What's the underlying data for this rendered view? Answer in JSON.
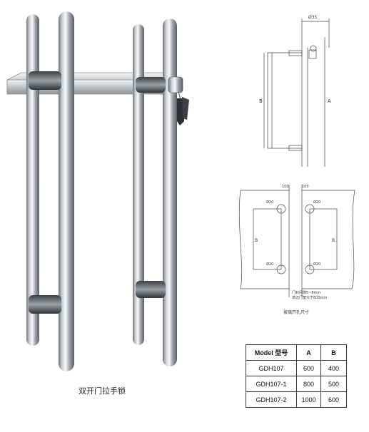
{
  "product": {
    "caption": "双开门拉手锁"
  },
  "side_drawing": {
    "diameter": "Ø35",
    "dim_a": "A",
    "dim_b": "B"
  },
  "hole_drawing": {
    "offset_left": "100",
    "offset_right": "100",
    "hole_top_left": "Ø20",
    "hole_top_right": "Ø20",
    "hole_bottom_left": "Ø20",
    "hole_bottom_right": "Ø20",
    "dim_b_left": "B",
    "dim_b_right": "B",
    "note_line1": "门封间隙5~8mm",
    "note_line2": "单边门宽大于600mm",
    "title": "玻璃开孔尺寸"
  },
  "spec_table": {
    "headers": [
      "Model  型号",
      "A",
      "B"
    ],
    "rows": [
      [
        "GDH107",
        "600",
        "400"
      ],
      [
        "GDH107-1",
        "800",
        "500"
      ],
      [
        "GDH107-2",
        "1000",
        "600"
      ]
    ]
  },
  "colors": {
    "steel_light": "#eef0f2",
    "steel_mid": "#aeb3b8",
    "steel_dark": "#5d6268",
    "line": "#444444"
  }
}
